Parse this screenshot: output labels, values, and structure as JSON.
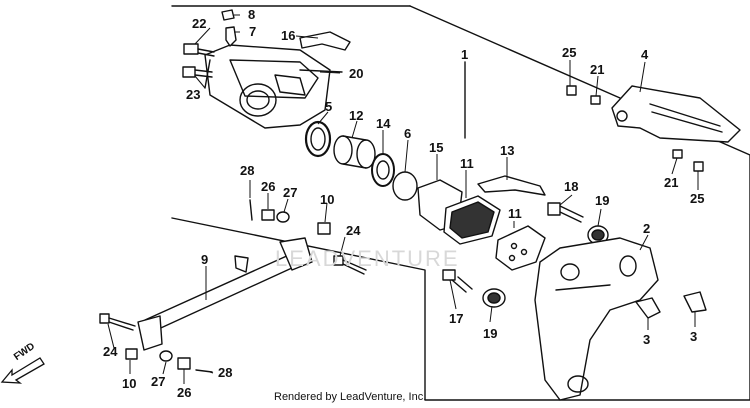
{
  "watermark": "LEADVENTURE",
  "footer": "Rendered by LeadVenture, Inc.",
  "fwd_label": "FWD",
  "callouts": {
    "n1": "1",
    "n2": "2",
    "n3a": "3",
    "n3b": "3",
    "n4": "4",
    "n5": "5",
    "n6": "6",
    "n7": "7",
    "n8": "8",
    "n9": "9",
    "n10a": "10",
    "n10b": "10",
    "n11a": "11",
    "n11b": "11",
    "n12": "12",
    "n13": "13",
    "n14": "14",
    "n15": "15",
    "n16": "16",
    "n17": "17",
    "n18": "18",
    "n19a": "19",
    "n19b": "19",
    "n20": "20",
    "n21a": "21",
    "n21b": "21",
    "n22": "22",
    "n23": "23",
    "n24a": "24",
    "n24b": "24",
    "n25a": "25",
    "n25b": "25",
    "n26a": "26",
    "n26b": "26",
    "n27a": "27",
    "n27b": "27",
    "n28a": "28",
    "n28b": "28"
  }
}
